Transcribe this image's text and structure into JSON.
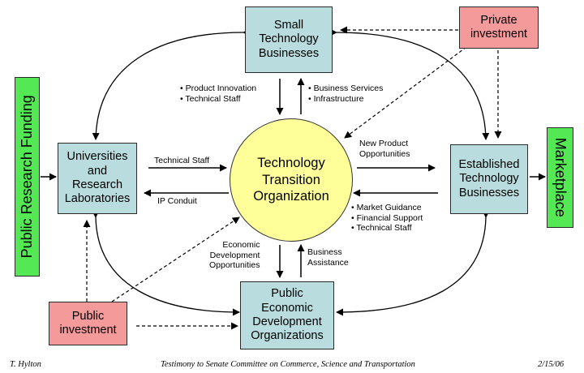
{
  "nodes": {
    "small_tech": "Small\nTechnology\nBusinesses",
    "private_investment": "Private\ninvestment",
    "universities": "Universities\nand\nResearch\nLaboratories",
    "ttc": "Technology\nTransition\nOrganization",
    "established": "Established\nTechnology\nBusinesses",
    "public_investment": "Public\ninvestment",
    "public_econ": "Public\nEconomic\nDevelopment\nOrganizations",
    "public_research_funding": "Public Research Funding",
    "marketplace": "Marketplace"
  },
  "labels": {
    "small_to_ttc": "• Product Innovation\n• Technical Staff",
    "ttc_to_small": "• Business Services\n• Infrastructure",
    "univ_to_ttc": "Technical Staff",
    "ttc_to_univ": "IP Conduit",
    "ttc_to_established": "New Product\nOpportunities",
    "established_to_ttc": "• Market Guidance\n• Financial Support\n• Technical Staff",
    "ttc_to_public": "Economic\nDevelopment\nOpportunities",
    "public_to_ttc": "Business\nAssistance"
  },
  "footer": {
    "author": "T. Hylton",
    "title": "Testimony to Senate Committee on Commerce, Science and Transportation",
    "date": "2/15/06"
  },
  "colors": {
    "node_fill": "#b9dcdf",
    "investment_fill": "#f59a9a",
    "funding_fill": "#55e855",
    "center_fill": "#ffff99"
  }
}
